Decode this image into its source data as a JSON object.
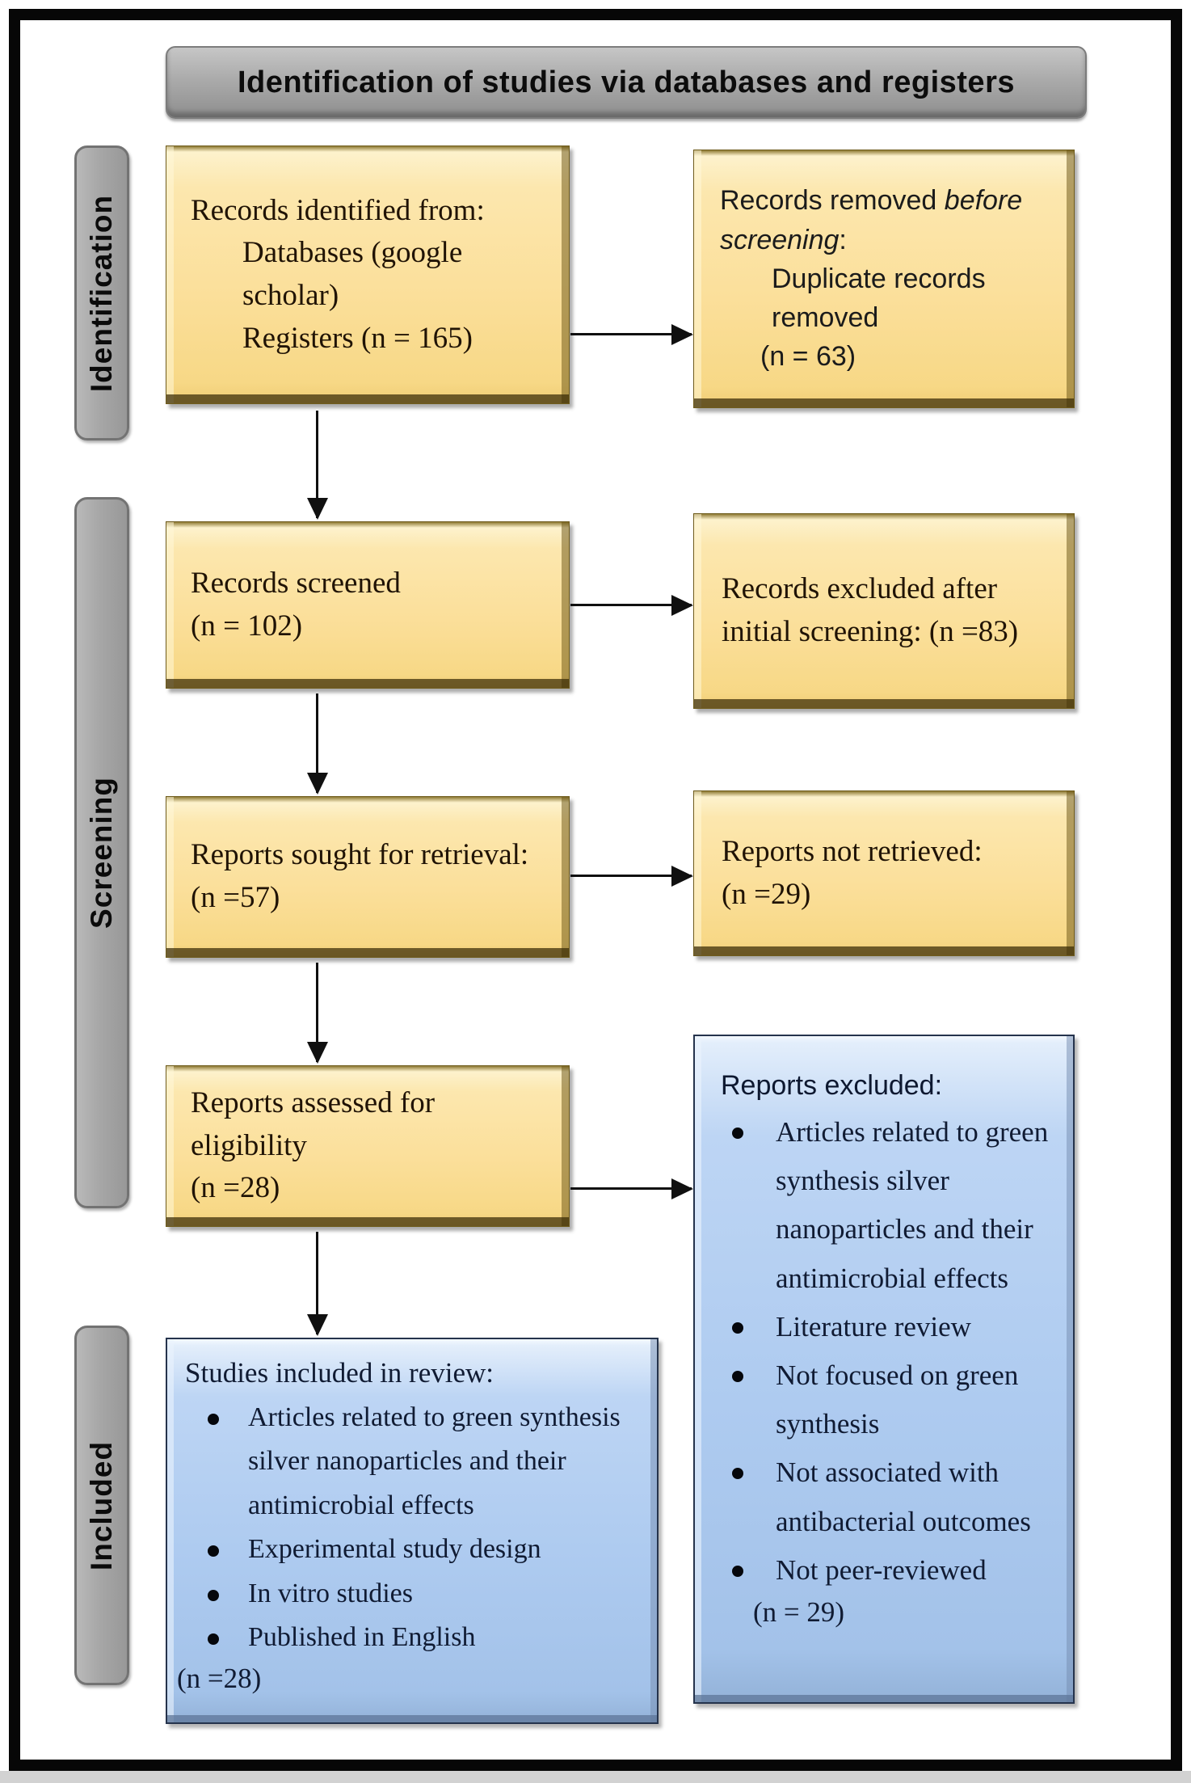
{
  "title": "Identification of studies via databases and registers",
  "stages": [
    "Identification",
    "Screening",
    "Included"
  ],
  "boxes": {
    "records_identified": {
      "line1": "Records identified from:",
      "line2": "Databases (google scholar)",
      "line3": "Registers (n = 165)"
    },
    "records_removed": {
      "pre": "Records removed ",
      "italic": "before screening",
      "post": ":",
      "line2": "Duplicate records removed",
      "line3": "(n = 63)"
    },
    "records_screened": {
      "line1": "Records screened",
      "line2": "(n = 102)"
    },
    "records_excluded": {
      "text": "Records excluded after initial screening: (n =83)"
    },
    "reports_sought": {
      "line1": "Reports sought for retrieval:",
      "line2": "(n =57)"
    },
    "reports_not_retrieved": {
      "line1": "Reports not retrieved:",
      "line2": "(n =29)"
    },
    "reports_assessed": {
      "line1": "Reports assessed for eligibility",
      "line2": "(n =28)"
    },
    "reports_excluded": {
      "header": "Reports excluded:",
      "items": [
        "Articles related to green synthesis silver nanoparticles and their antimicrobial effects",
        "Literature review",
        "Not focused on green synthesis",
        "Not associated with antibacterial outcomes",
        "Not peer-reviewed"
      ],
      "count": "(n = 29)"
    },
    "studies_included": {
      "header": "Studies included in review:",
      "items": [
        "Articles related to green synthesis silver nanoparticles and their antimicrobial effects",
        "Experimental study design",
        "In vitro studies",
        "Published in English"
      ],
      "count": "(n =28)"
    }
  },
  "colors": {
    "yellow_box_fill": "#fbdf9a",
    "blue_box_fill": "#aecbf0",
    "gray_bar_fill": "#a6a6a6",
    "arrow": "#101010",
    "frame_border": "#070707"
  }
}
